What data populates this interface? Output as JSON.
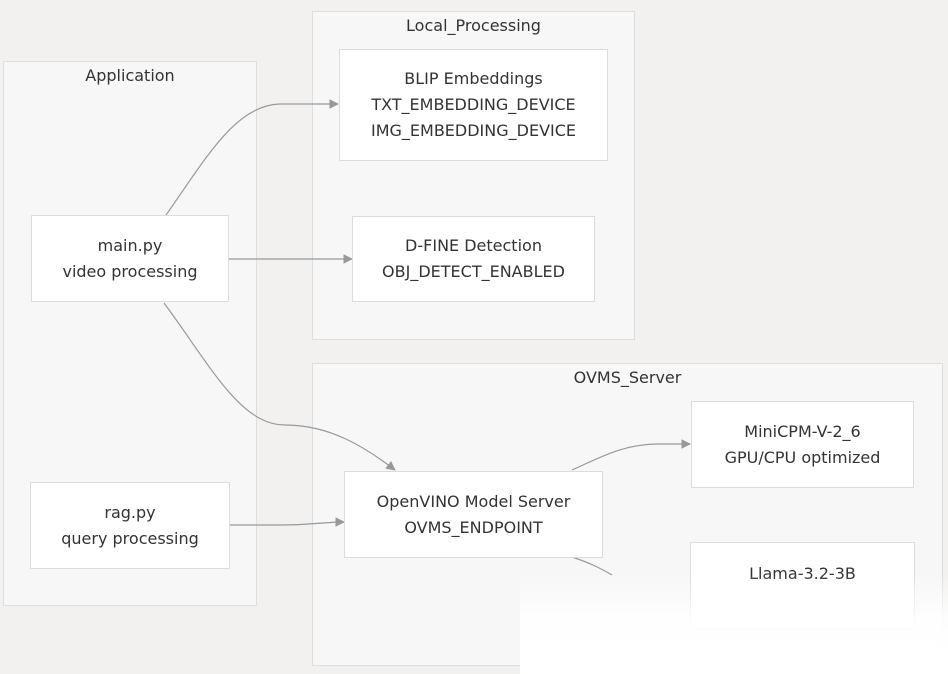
{
  "clusters": {
    "application": {
      "title": "Application"
    },
    "local_processing": {
      "title": "Local_Processing"
    },
    "ovms_server": {
      "title": "OVMS_Server"
    }
  },
  "nodes": {
    "main_py": {
      "line1": "main.py",
      "line2": "video processing"
    },
    "rag_py": {
      "line1": "rag.py",
      "line2": "query processing"
    },
    "blip": {
      "line1": "BLIP Embeddings",
      "line2": "TXT_EMBEDDING_DEVICE",
      "line3": "IMG_EMBEDDING_DEVICE"
    },
    "dfine": {
      "line1": "D-FINE Detection",
      "line2": "OBJ_DETECT_ENABLED"
    },
    "ovms": {
      "line1": "OpenVINO Model Server",
      "line2": "OVMS_ENDPOINT"
    },
    "minicpm": {
      "line1": "MiniCPM-V-2_6",
      "line2": "GPU/CPU optimized"
    },
    "llama": {
      "line1": "Llama-3.2-3B"
    }
  },
  "colors": {
    "background": "#f2f1f0",
    "cluster_fill": "#f7f7f7",
    "node_fill": "#ffffff",
    "edge": "#999999",
    "text": "#333333"
  }
}
